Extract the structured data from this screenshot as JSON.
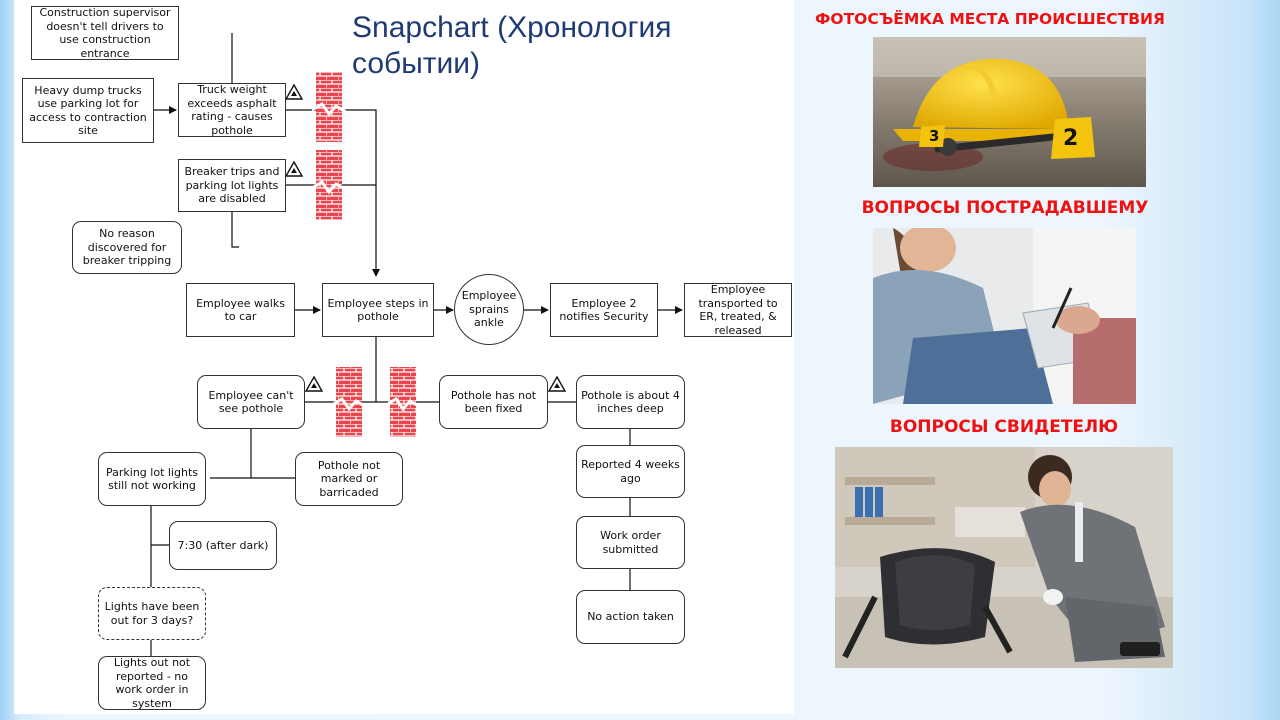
{
  "title": "Snapchart (Хронология событии)",
  "colors": {
    "heading_red": "#ee1111",
    "title_blue": "#1f3b73",
    "brick_red": "#e8474f",
    "helmet_yellow": "#f6c40f"
  },
  "icons": [
    "warning-triangle-icon",
    "brick-barrier-icon"
  ],
  "flowchart": {
    "nodes": {
      "construction_supervisor": "Construction supervisor doesn't tell drivers to use construction entrance",
      "dump_trucks": "Heavy dump trucks use parking lot for access to contraction site",
      "truck_weight": "Truck weight exceeds asphalt rating - causes pothole",
      "breaker_trips": "Breaker trips and parking lot lights are disabled",
      "no_reason": "No reason discovered for breaker tripping",
      "employee_walks": "Employee walks to car",
      "employee_steps": "Employee steps in pothole",
      "employee_sprains": "Employee sprains ankle",
      "employee2_notifies": "Employee 2 notifies Security",
      "employee_transported": "Employee transported to ER, treated, & released",
      "cant_see": "Employee can't see pothole",
      "not_fixed": "Pothole has not been fixed",
      "four_inches": "Pothole is about 4 inches deep",
      "lights_not_working": "Parking lot lights still not working",
      "not_marked": "Pothole not marked or barricaded",
      "reported": "Reported 4 weeks ago",
      "time_730": "7:30 (after dark)",
      "work_order": "Work order submitted",
      "lights_out_3_days": "Lights have been out for 3 days?",
      "no_action": "No action taken",
      "lights_not_reported": "Lights out not reported - no work order in system"
    }
  },
  "panels": {
    "scene_photo": {
      "heading": "ФОТОСЪЁМКА МЕСТА ПРОИСШЕСТВИЯ",
      "marker_3": "3",
      "marker_2": "2"
    },
    "victim_questions": {
      "heading": "ВОПРОСЫ ПОСТРАДАВШЕМУ"
    },
    "witness_questions": {
      "heading": "ВОПРОСЫ СВИДЕТЕЛЮ"
    }
  }
}
